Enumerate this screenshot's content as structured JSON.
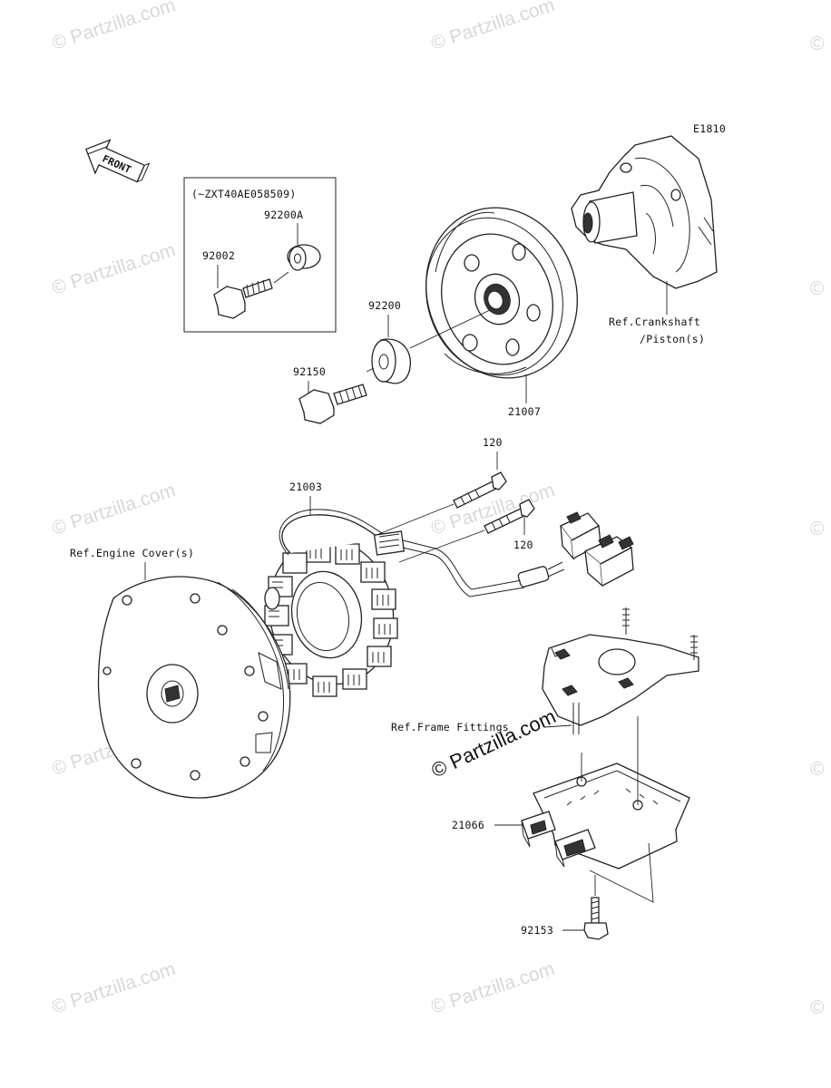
{
  "diagram": {
    "code": "E1810",
    "front_label": "FRONT",
    "box_note": "(~ZXT40AE058509)",
    "parts": {
      "p92200A": "92200A",
      "p92002": "92002",
      "p92200": "92200",
      "p92150": "92150",
      "p21007": "21007",
      "p120a": "120",
      "p120b": "120",
      "p21003": "21003",
      "p21066": "21066",
      "p92153": "92153"
    },
    "refs": {
      "crankshaft_1": "Ref.Crankshaft",
      "crankshaft_2": "/Piston(s)",
      "engine_cover": "Ref.Engine Cover(s)",
      "frame_fittings": "Ref.Frame Fittings"
    }
  },
  "watermark": {
    "text": "© Partzilla.com",
    "center_text": "© Partzilla.com"
  }
}
